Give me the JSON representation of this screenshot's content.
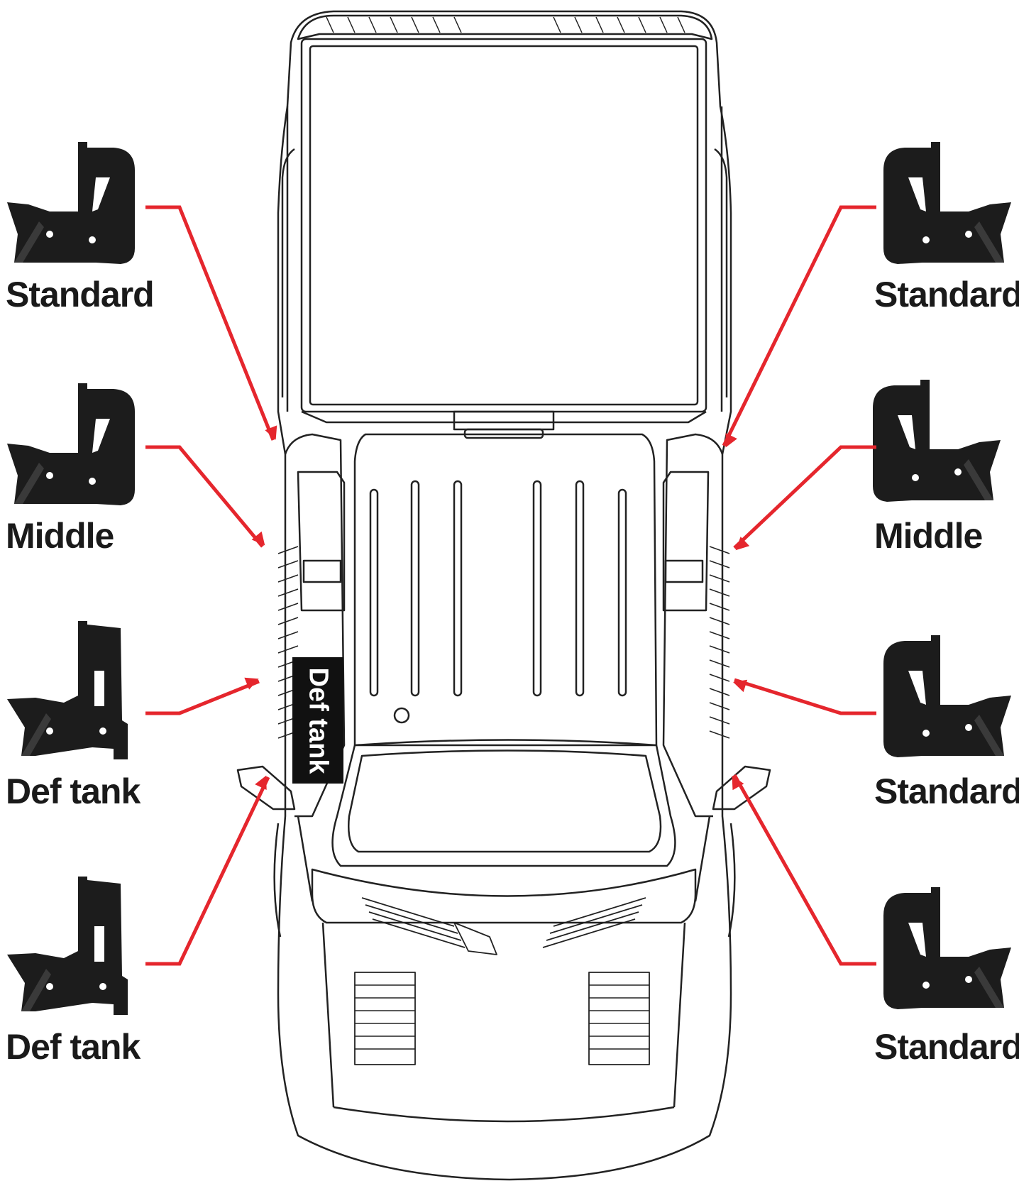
{
  "colors": {
    "arrow": "#e5262d",
    "bracket": "#1c1c1c",
    "truck_line": "#222222",
    "label": "#1a1a1a"
  },
  "labels": {
    "left_1": "Standard",
    "left_2": "Middle",
    "left_3": "Def tank",
    "left_4": "Def tank",
    "right_1": "Standard",
    "right_2": "Middle",
    "right_3": "Standard",
    "right_4": "Standard"
  },
  "truck": {
    "def_tank_tag": "Def tank"
  },
  "icons": [
    "mounting-bracket-icon",
    "truck-top-view"
  ]
}
